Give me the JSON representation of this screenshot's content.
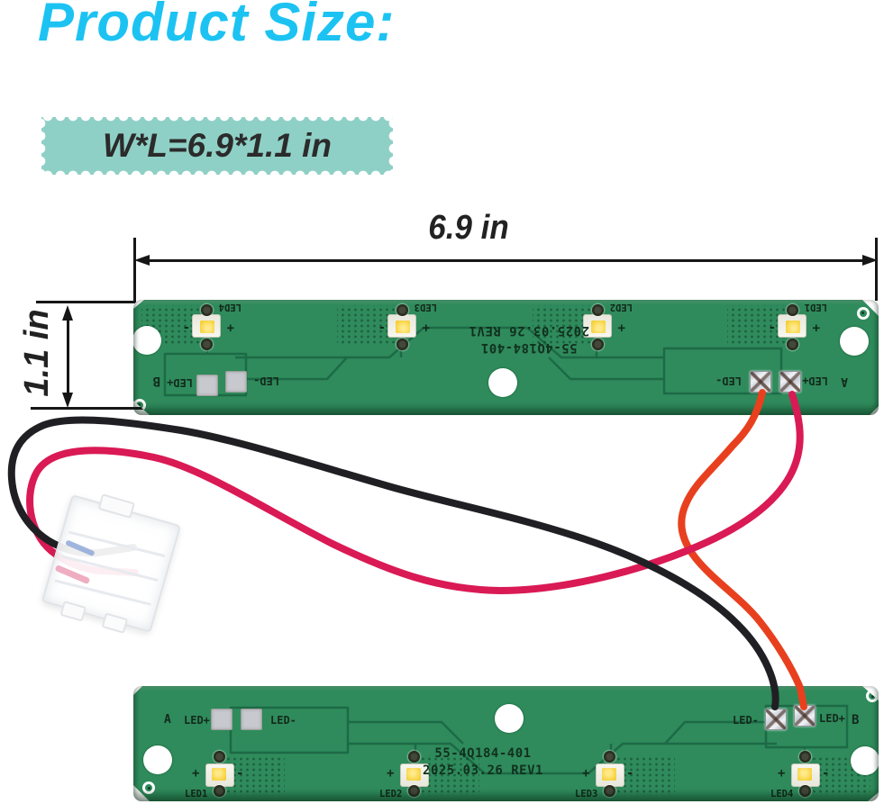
{
  "title": "Product Size:",
  "size_stamp": "W*L=6.9*1.1 in",
  "dimensions": {
    "width": "6.9 in",
    "height": "1.1 in"
  },
  "board": {
    "part_number": "55-4Q184-401",
    "revision": "2025.03.26 REV1",
    "polarity": {
      "plus": "+",
      "minus": "-"
    },
    "side_a": {
      "label": "A",
      "pos": "LED+",
      "neg": "LED-"
    },
    "side_b": {
      "label": "B",
      "pos": "LED+",
      "neg": "LED-"
    },
    "leds": [
      {
        "label": "LED1"
      },
      {
        "label": "LED2"
      },
      {
        "label": "LED3"
      },
      {
        "label": "LED4"
      }
    ]
  },
  "colors": {
    "title_cyan": "#1cc3f2",
    "stamp_teal": "#8fd0c6",
    "pcb_green": "#2f8b5b",
    "silkscreen_green": "#1d6a46",
    "led_yellow": "#f7d23c",
    "wire_red": "#d91a55",
    "wire_orange": "#e8401f",
    "wire_black": "#202024",
    "dimension_ink": "#161616"
  }
}
